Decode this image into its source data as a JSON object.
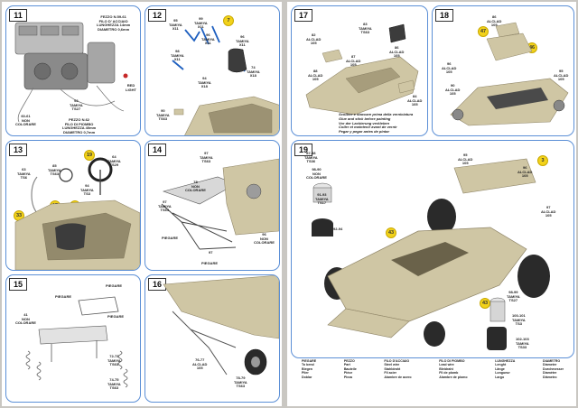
{
  "steps": {
    "s11": {
      "number": "11",
      "labels": {
        "wire": "FEZZO N.59-61\nFILO D' ACCIAIO\nLUNGHEZZA 14mm\nDIAMETRO 0,6mm",
        "light": "RED\nLIGHT",
        "tamiya": "92\nTAMIYA\nTS27",
        "colorare": "60-61\nNON\nCOLORARE",
        "lead": "PEZZO N.62\nFILO DI PIOMBO\nLUNGHEZZA 40mm\nDIAMETRO 0,7mm"
      }
    },
    "s12": {
      "number": "12",
      "badge": "7",
      "labels": {
        "a": "95\nTAMIYA\nX11",
        "b": "99\nTAMIYA\nX11",
        "c": "96\nTAMIYA\nX11",
        "d": "96\nTAMIYA\nX11",
        "e": "98\nTAMIYA\nX11",
        "f": "74\nTAMIYA\nX18",
        "g": "94\nTAMIYA\nX18",
        "h": "90\nTAMIYA\nTS63"
      }
    },
    "s13": {
      "number": "13",
      "badges": [
        "19",
        "33",
        "17",
        "16"
      ],
      "labels": {
        "a": "63\nTAMIYA\nTS6",
        "b": "64\nTAMIYA\nTS29",
        "c": "94\nTAMIYA\nTS3",
        "d": "85\nTAMIYA\nTS63"
      }
    },
    "s14": {
      "number": "14",
      "labels": {
        "a": "97\nTAMIYA\nTS63",
        "b": "78\nNON\nCOLORARE",
        "c": "97\nTAMIYA\nTS63",
        "d": "96\nNON\nCOLORARE",
        "piegare": "PIEGARE",
        "piegare2": "PIEGARE",
        "n97": "97"
      }
    },
    "s15": {
      "number": "15",
      "labels": {
        "piegare1": "PIEGARE",
        "piegare2": "PIEGARE",
        "piegare3": "PIEGARE",
        "colorare": "41\nNON\nCOLORARE",
        "tamiya1": "72-73\nTAMIYA\nTS63",
        "tamiya2": "74-75\nTAMIYA\nTS63"
      }
    },
    "s16": {
      "number": "16",
      "labels": {
        "alclad": "76-77\nALCLAD\n105",
        "tamiya": "78-79\nTAMIYA\nTS63"
      }
    },
    "s17": {
      "number": "17",
      "labels": {
        "a": "82\nALCLAD\n105",
        "b": "83\nTAMIYA\nTS63",
        "c": "86\nALCLAD\n105",
        "d": "88\nALCLAD\n105",
        "e": "87\nALCLAD\n105",
        "f": "84\nALCLAD\n105"
      },
      "note": "Scollare e staccare prima della verniciatura\nGlue and stick before painting\nVor der Lackierung verkleben\nColler et maintenir avant de vernir\nPegar y pegar antes de pintar"
    },
    "s18": {
      "number": "18",
      "badges": [
        "47",
        "46"
      ],
      "labels": {
        "a": "86\nALCLAD\n105",
        "b": "96\nALCLAD\n105",
        "c": "90\nALCLAD\n105",
        "d": "95\nALCLAD\n105"
      }
    },
    "s19": {
      "number": "19",
      "badges": [
        "3",
        "43",
        "43"
      ],
      "labels": {
        "a": "87-88\nTAMIYA\nTS36",
        "b": "98-90\nNON\nCOLORARE",
        "c": "91-93\nTAMIYA\nTS17",
        "d": "92-94",
        "e": "95\nALCLAD\n105",
        "f": "96\nALCLAD\n105",
        "g": "97\nALCLAD\n105",
        "h": "98-99\nTAMIYA\nTS27",
        "i": "100-101\nTAMIYA\nTS3",
        "j": "102-103\nTAMIYA\nTS33"
      }
    }
  },
  "legend": [
    [
      "PIEGARE",
      "To bend",
      "Biegen",
      "Plier",
      "Doblar"
    ],
    [
      "PEZZO",
      "Part",
      "Bauteile",
      "Pièce",
      "Pieza"
    ],
    [
      "FILO D'ACCIAIO",
      "Steel wire",
      "Stahldraht",
      "Fil acier",
      "Alambre de acero"
    ],
    [
      "FILO DI PIOMBO",
      "Lead wire",
      "Bleidraht",
      "Fil de plomb",
      "Alambre de plomo"
    ],
    [
      "LUNGHEZZA",
      "Lenght",
      "Länge",
      "Longueur",
      "Largo"
    ],
    [
      "DIAMETRO",
      "Diameter",
      "Durchmesser",
      "Diamètre",
      "Diámetro"
    ]
  ],
  "colors": {
    "panel_border": "#5b8fd6",
    "badge": "#f2d21a",
    "model": "#cfc6a4",
    "model_dark": "#8f8567"
  }
}
